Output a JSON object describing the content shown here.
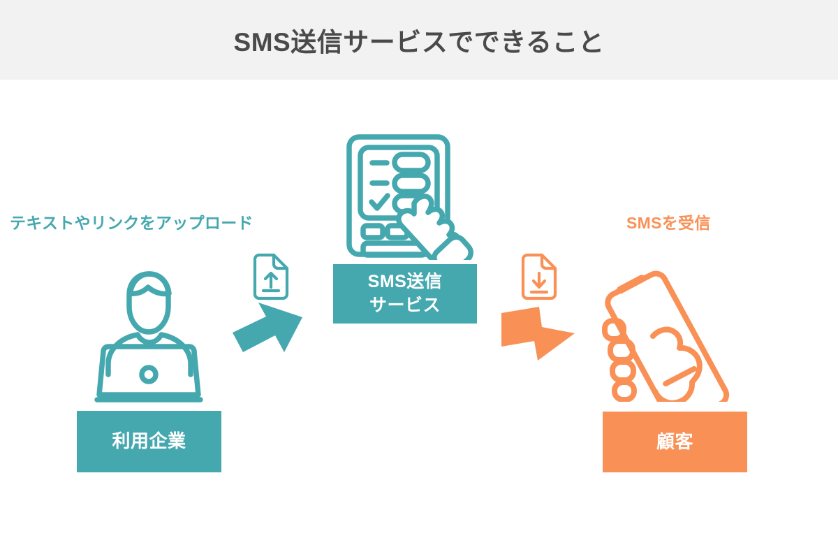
{
  "header": {
    "title": "SMS送信サービスでできること",
    "background_color": "#f2f2f2",
    "title_color": "#4a4a4a"
  },
  "theme": {
    "teal": "#45a8af",
    "orange": "#f99157",
    "white": "#ffffff",
    "canvas_background": "#ffffff"
  },
  "diagram": {
    "type": "flow",
    "captions": {
      "upload": "テキストやリンクをアップロード",
      "receive": "SMSを受信"
    },
    "boxes": {
      "service": {
        "line1": "SMS送信",
        "line2": "サービス",
        "color": "#45a8af"
      },
      "company": {
        "label": "利用企業",
        "color": "#45a8af"
      },
      "customer": {
        "label": "顧客",
        "color": "#f99157"
      }
    },
    "icons": {
      "person_laptop": "person-at-laptop-icon",
      "tablet_form": "tablet-checklist-hand-icon",
      "upload_doc": "document-upload-icon",
      "download_doc": "document-download-icon",
      "phone_hand": "hand-holding-smartphone-icon",
      "arrow_left": "arrow-up-right-icon",
      "arrow_right": "arrow-down-right-icon"
    }
  }
}
